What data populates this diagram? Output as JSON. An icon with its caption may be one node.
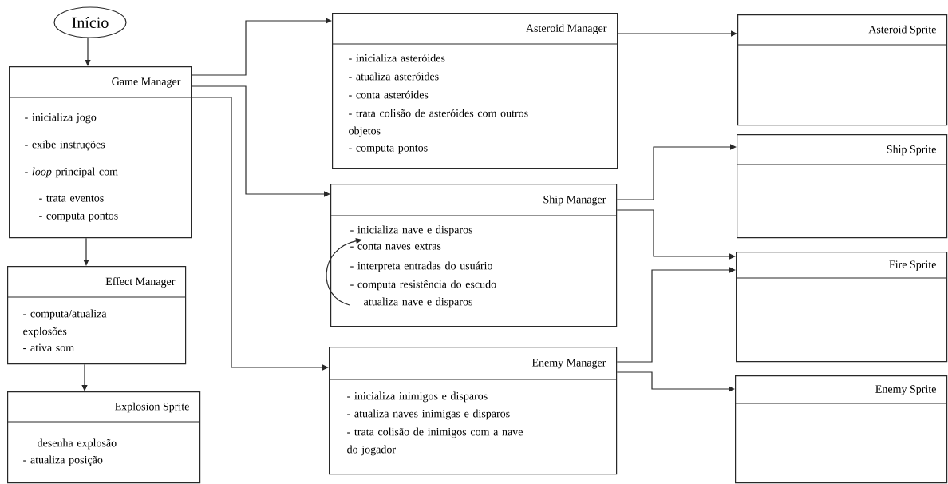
{
  "diagram": {
    "nodes": [
      {
        "text": [
          "Início"
        ]
      },
      {
        "text": [
          "Game Manager",
          "- inicializa jogo",
          "- exibe instruções",
          "- *loop* principal com",
          "- trata eventos",
          "- computa pontos"
        ]
      },
      {
        "text": [
          "Effect Manager",
          "- computa/atualiza explosões",
          "- ativa som"
        ]
      },
      {
        "text": [
          "Explosion Sprite",
          "desenha explosão",
          "- atualiza posição"
        ]
      },
      {
        "text": [
          "Asteroid Manager",
          "- inicializa asteróides",
          "- atualiza asteróides",
          "- conta asteróides",
          "- trata colisão de asteróides com outros objetos",
          "- computa pontos"
        ]
      },
      {
        "text": [
          "Ship Manager",
          "- inicializa nave e disparos",
          "- conta naves extras",
          "- interpreta entradas do usuário",
          "- computa resistência do escudo",
          "atualiza nave e disparos"
        ]
      },
      {
        "text": [
          "Enemy Manager",
          "- inicializa inimigos e disparos",
          "- atualiza naves inimigas e disparos",
          "- trata colisão de inimigos com a nave do jogador"
        ]
      },
      {
        "text": [
          "Asteroid Sprite"
        ]
      },
      {
        "text": [
          "Ship Sprite"
        ]
      },
      {
        "text": [
          "Fire Sprite"
        ]
      },
      {
        "text": [
          "Enemy Sprite"
        ]
      }
    ],
    "edges": [
      {
        "from": 0,
        "to": 1,
        "arrow": "to"
      },
      {
        "from": 1,
        "to": 2,
        "arrow": "to"
      },
      {
        "from": 2,
        "to": 3,
        "arrow": "to"
      },
      {
        "from": 1,
        "to": 4,
        "arrow": "to"
      },
      {
        "from": 1,
        "to": 5,
        "arrow": "to"
      },
      {
        "from": 1,
        "to": 6,
        "arrow": "to"
      },
      {
        "from": 4,
        "to": 7,
        "arrow": "to"
      },
      {
        "from": 5,
        "to": 8,
        "arrow": "to"
      },
      {
        "from": 5,
        "to": 9,
        "arrow": "to"
      },
      {
        "from": 6,
        "to": 9,
        "arrow": "to"
      },
      {
        "from": 6,
        "to": 10,
        "arrow": "to"
      }
    ]
  }
}
